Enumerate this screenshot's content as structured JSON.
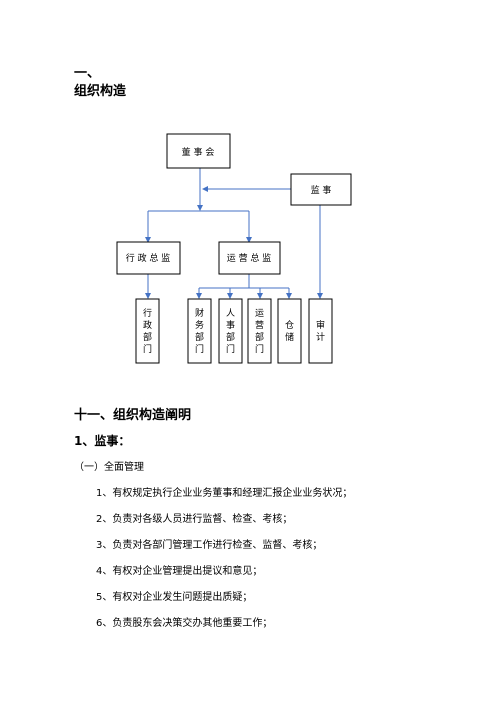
{
  "heading": {
    "number": "一、",
    "title": "组织构造"
  },
  "org_chart": {
    "top": "董 事 会",
    "supervisor": "监 事",
    "left_mid": "行 政 总 监",
    "right_mid": "运 营 总 监",
    "leaves": [
      "行政部门",
      "财务部门",
      "人事部门",
      "运营部门",
      "仓储",
      "审计"
    ]
  },
  "section": {
    "title": "十一、组织构造阐明"
  },
  "subsection": {
    "title": "1、监事："
  },
  "subsubsection": {
    "title": "（一）全面管理"
  },
  "items": [
    "1、有权规定执行企业业务董事和经理汇报企业业务状况；",
    "2、负责对各级人员进行监督、检查、考核；",
    "3、负责对各部门管理工作进行检查、监督、考核；",
    "4、有权对企业管理提出提议和意见；",
    "5、有权对企业发生问题提出质疑；",
    "6、负责股东会决策交办其他重要工作；"
  ]
}
